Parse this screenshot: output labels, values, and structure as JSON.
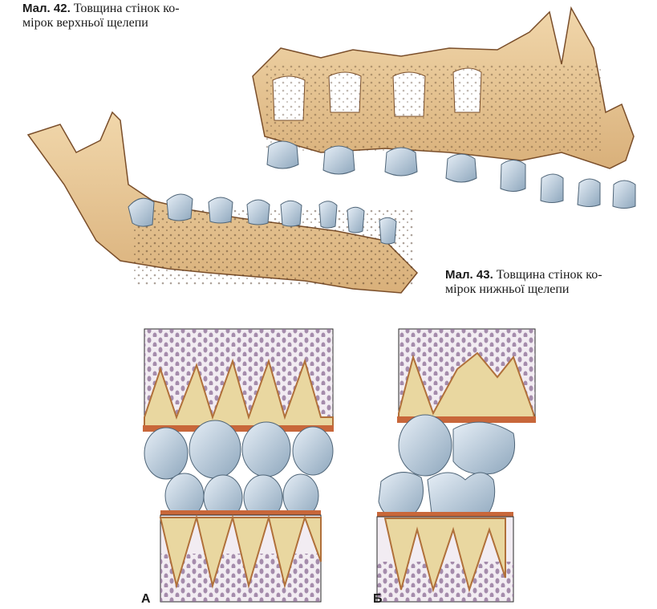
{
  "figure42": {
    "label": "Мал. 42.",
    "caption_line1": "Товщина стінок ко-",
    "caption_line2": "мірок верхньої щелепи"
  },
  "figure43": {
    "label": "Мал. 43.",
    "caption_line1": "Товщина стінок ко-",
    "caption_line2": "мірок нижньої щелепи"
  },
  "panels": {
    "a_label": "А",
    "b_label": "Б"
  },
  "colors": {
    "bone": "#efd3a4",
    "bone_dark": "#c79a5a",
    "tooth": "#c9d8e6",
    "tooth_shadow": "#8ea7bd",
    "gum": "#c8673a",
    "tissue_dots": "#8b6c94",
    "outline": "#3a2a1a"
  }
}
